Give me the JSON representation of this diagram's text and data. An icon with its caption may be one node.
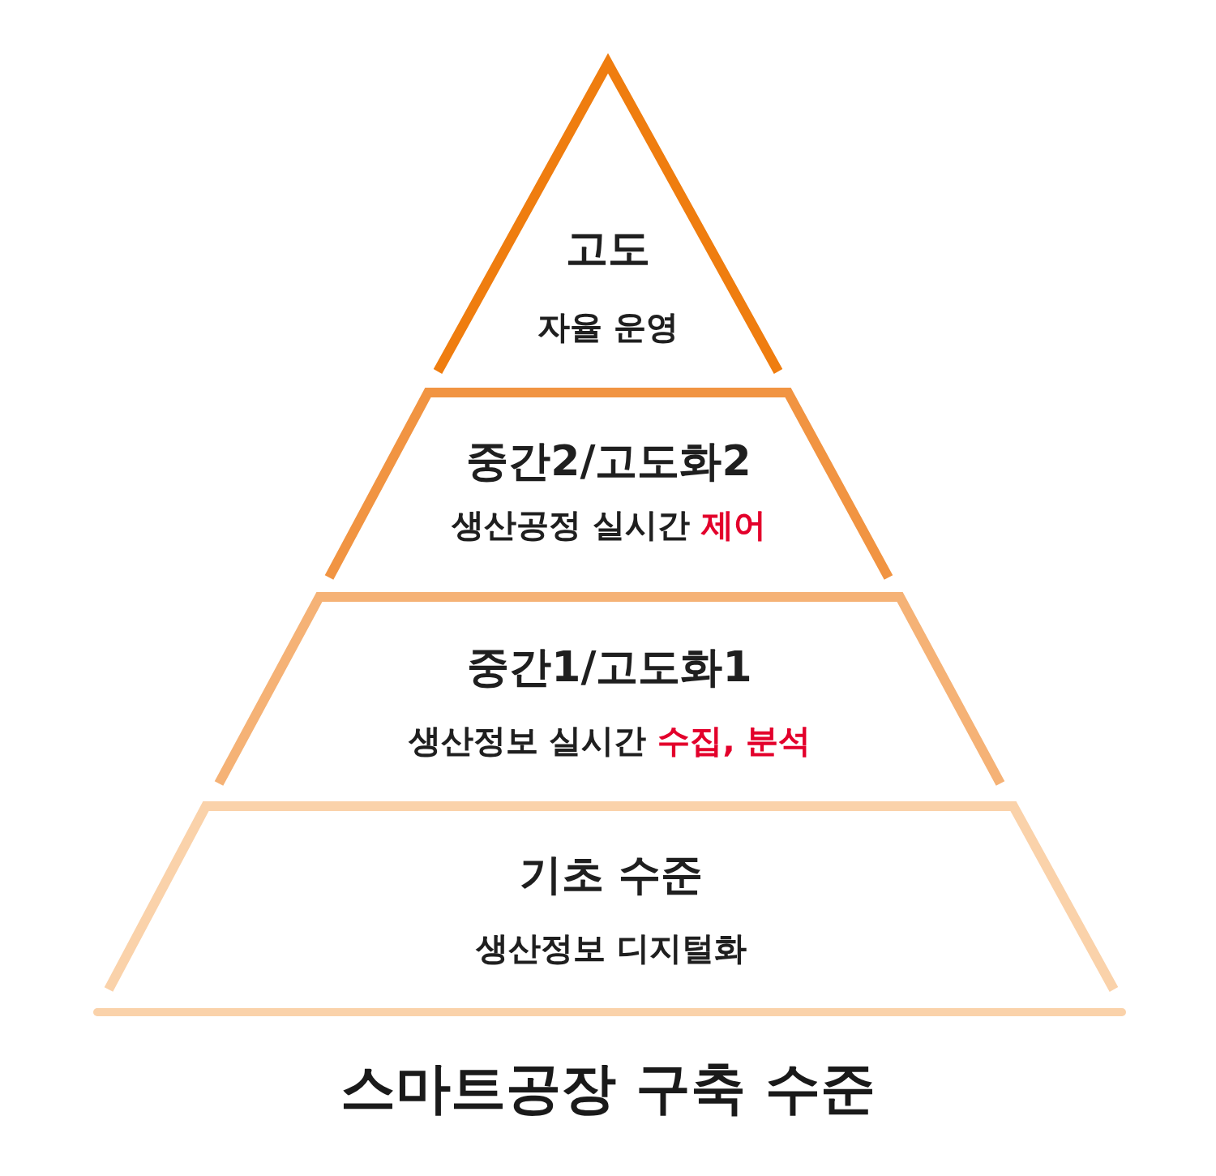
{
  "diagram": {
    "title": "스마트공장 구축 수준",
    "nodes": [
      {
        "text": [
          "고도",
          "자율 운영"
        ]
      },
      {
        "text": [
          "중간2/고도화2",
          "생산공정 실시간 **제어**"
        ]
      },
      {
        "text": [
          "중간1/고도화1",
          "생산정보 실시간 **수집, 분석**"
        ]
      },
      {
        "text": [
          "기초 수준",
          "생산정보 디지털화"
        ]
      }
    ]
  }
}
